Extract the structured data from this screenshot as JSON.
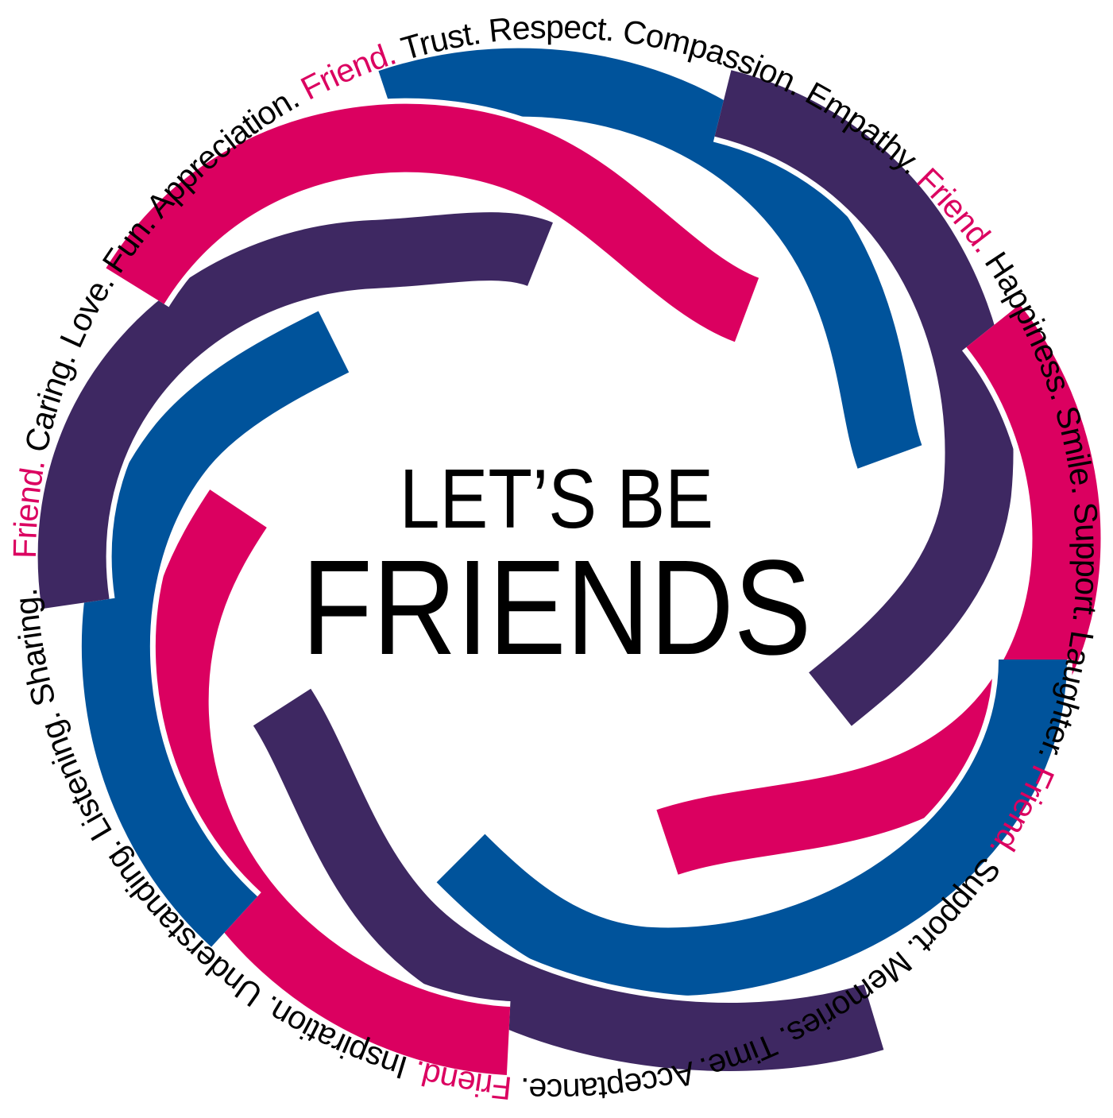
{
  "title": {
    "line1": "LET’S BE",
    "line2": "FRIENDS"
  },
  "ring_words": [
    {
      "text": "Friend.",
      "accent": true
    },
    {
      "text": " Caring. Love. Fun. Appreciation. ",
      "accent": false
    },
    {
      "text": "Friend.",
      "accent": true
    },
    {
      "text": " Trust. Respect. Compassion. Empathy. ",
      "accent": false
    },
    {
      "text": "Friend.",
      "accent": true
    },
    {
      "text": " Happiness. Smile. Support. Laughter. ",
      "accent": false
    },
    {
      "text": "Friend.",
      "accent": true
    },
    {
      "text": " Support. Memories. Time. Acceptance. ",
      "accent": false
    },
    {
      "text": "Friend.",
      "accent": true
    },
    {
      "text": " Inspiration. Understanding. Listening. Sharing. ",
      "accent": false
    }
  ],
  "colors": {
    "magenta": "#db0060",
    "blue": "#00539b",
    "purple": "#3e2862",
    "text": "#000000",
    "background": "#ffffff"
  }
}
